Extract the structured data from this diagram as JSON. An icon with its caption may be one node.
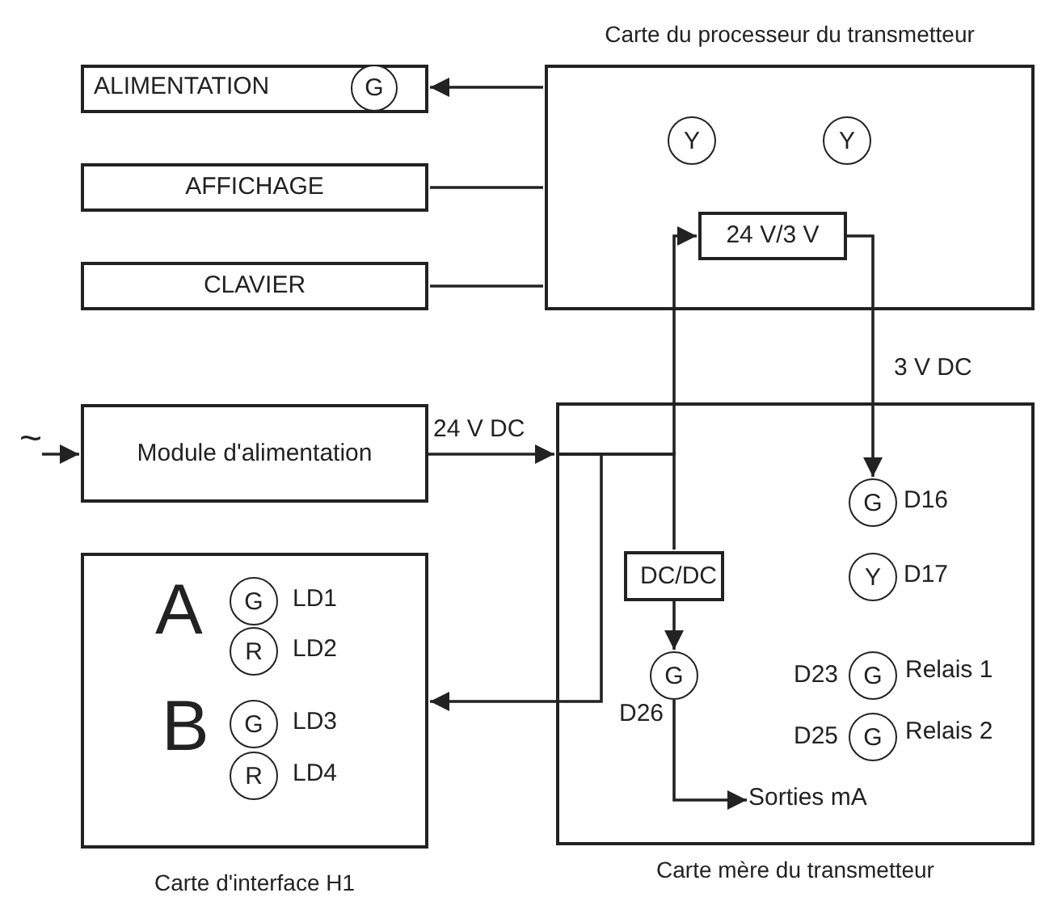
{
  "diagram": {
    "nodes": [
      {
        "text": [
          "Carte du processeur du transmetteur"
        ]
      },
      {
        "text": [
          "Y"
        ],
        "in": 0
      },
      {
        "text": [
          "Y"
        ],
        "in": 0
      },
      {
        "text": [
          "24 V/3 V"
        ],
        "in": 0
      },
      {
        "text": [
          "ALIMENTATION"
        ]
      },
      {
        "text": [
          "G"
        ],
        "in": 4
      },
      {
        "text": [
          "AFFICHAGE"
        ]
      },
      {
        "text": [
          "CLAVIER"
        ]
      },
      {
        "text": [
          "Module d'alimentation"
        ]
      },
      {
        "text": [
          "Carte mère du transmetteur"
        ]
      },
      {
        "text": [
          "DC/DC"
        ],
        "in": 9
      },
      {
        "text": [
          "G"
        ],
        "in": 9,
        "beside": [
          "D26"
        ]
      },
      {
        "text": [
          "G"
        ],
        "in": 9,
        "beside": [
          "D16"
        ]
      },
      {
        "text": [
          "Y"
        ],
        "in": 9,
        "beside": [
          "D17"
        ]
      },
      {
        "text": [
          "G"
        ],
        "in": 9,
        "beside": [
          "D23",
          "Relais 1"
        ]
      },
      {
        "text": [
          "G"
        ],
        "in": 9,
        "beside": [
          "D25",
          "Relais 2"
        ]
      },
      {
        "text": [
          "Sorties mA"
        ],
        "in": 9
      },
      {
        "text": [
          "Carte d'interface H1"
        ]
      },
      {
        "text": [
          "G"
        ],
        "in": 17,
        "beside": [
          "LD1"
        ]
      },
      {
        "text": [
          "R"
        ],
        "in": 17,
        "beside": [
          "LD2"
        ]
      },
      {
        "text": [
          "G"
        ],
        "in": 17,
        "beside": [
          "LD3"
        ]
      },
      {
        "text": [
          "R"
        ],
        "in": 17,
        "beside": [
          "LD4"
        ]
      }
    ],
    "edges": [
      {
        "from": 0,
        "to": 4,
        "arrow": "to"
      },
      {
        "from": 0,
        "to": 6,
        "arrow": "none"
      },
      {
        "from": 0,
        "to": 7,
        "arrow": "none"
      },
      {
        "from": null,
        "to": 8,
        "arrow": "to",
        "label": "~"
      },
      {
        "from": 8,
        "to": 9,
        "arrow": "to",
        "label": "24 V DC"
      },
      {
        "from": 9,
        "to": 3,
        "arrow": "to"
      },
      {
        "from": 9,
        "to": 10,
        "arrow": "none"
      },
      {
        "from": 9,
        "to": 17,
        "arrow": "to"
      },
      {
        "from": 3,
        "to": 12,
        "arrow": "to",
        "label": "3 V DC"
      },
      {
        "from": 10,
        "to": 11,
        "arrow": "to"
      },
      {
        "from": 11,
        "to": 16,
        "arrow": "to"
      }
    ],
    "labels": [
      "A",
      "B"
    ]
  }
}
